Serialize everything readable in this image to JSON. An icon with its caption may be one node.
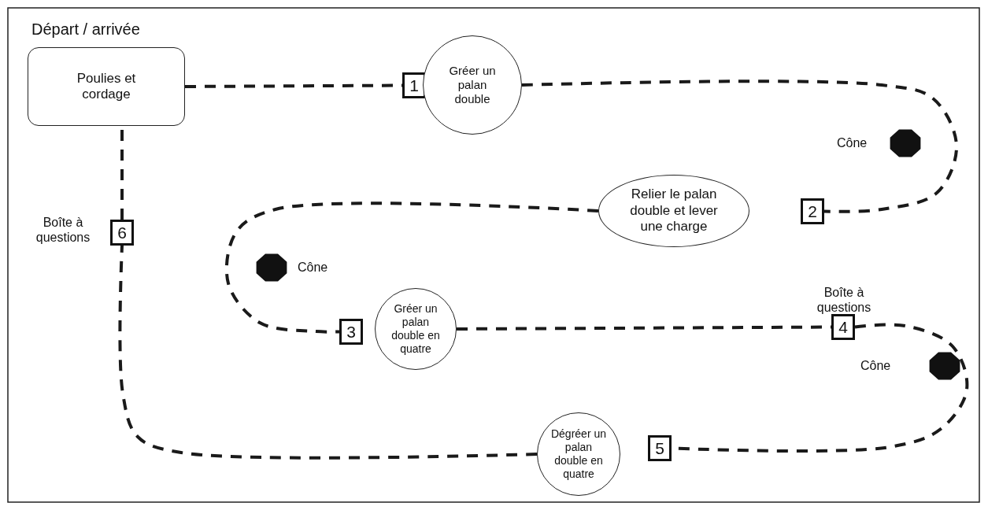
{
  "diagram": {
    "nodes": [
      {
        "text": [
          "Départ / arrivée",
          "Poulies et cordage"
        ]
      },
      {
        "text": [
          "1"
        ]
      },
      {
        "text": [
          "Gréer un palan double"
        ]
      },
      {
        "text": [
          "Relier le palan double et lever une charge"
        ]
      },
      {
        "text": [
          "2"
        ]
      },
      {
        "text": [
          "6"
        ],
        "beside": [
          "Boîte à questions"
        ]
      },
      {
        "text": [
          "3"
        ]
      },
      {
        "text": [
          "Gréer un palan double en quatre"
        ]
      },
      {
        "text": [
          "4"
        ],
        "beside": [
          "Boîte à questions"
        ]
      },
      {
        "text": [
          "Dégréer un palan double en quatre"
        ]
      },
      {
        "text": [
          "5"
        ]
      }
    ],
    "edges": [
      {
        "from": 0,
        "to": 1,
        "arrow": "none",
        "style": "dashed"
      },
      {
        "from": 2,
        "to": 4,
        "arrow": "none",
        "style": "dashed"
      },
      {
        "from": 3,
        "to": 6,
        "arrow": "none",
        "style": "dashed"
      },
      {
        "from": 7,
        "to": 8,
        "arrow": "none",
        "style": "dashed"
      },
      {
        "from": 8,
        "to": 10,
        "arrow": "none",
        "style": "dashed"
      },
      {
        "from": 9,
        "to": 5,
        "arrow": "none",
        "style": "dashed"
      },
      {
        "from": 5,
        "to": 0,
        "arrow": "none",
        "style": "dashed"
      }
    ],
    "labels": [
      "Cône",
      "Cône",
      "Cône"
    ]
  }
}
